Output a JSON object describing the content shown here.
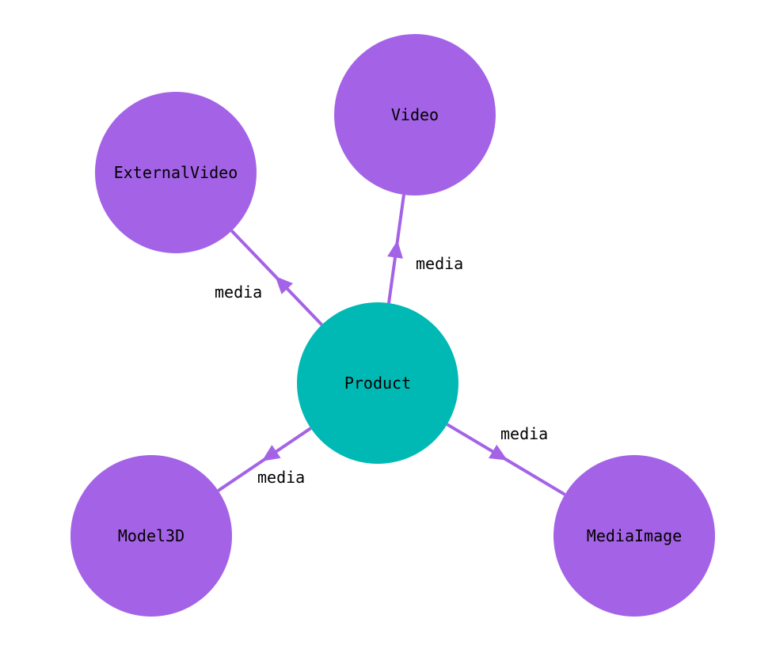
{
  "diagram": {
    "colors": {
      "center_node": "#00b9b5",
      "outer_node": "#a463e6",
      "edge": "#a463e6",
      "text": "#000000"
    },
    "nodes": [
      {
        "id": "product",
        "label": "Product",
        "kind": "center"
      },
      {
        "id": "video",
        "label": "Video",
        "kind": "outer"
      },
      {
        "id": "externalvideo",
        "label": "ExternalVideo",
        "kind": "outer"
      },
      {
        "id": "model3d",
        "label": "Model3D",
        "kind": "outer"
      },
      {
        "id": "mediaimage",
        "label": "MediaImage",
        "kind": "outer"
      }
    ],
    "edges": [
      {
        "from": "product",
        "to": "video",
        "label": "media"
      },
      {
        "from": "product",
        "to": "externalvideo",
        "label": "media"
      },
      {
        "from": "product",
        "to": "model3d",
        "label": "media"
      },
      {
        "from": "product",
        "to": "mediaimage",
        "label": "media"
      }
    ]
  }
}
